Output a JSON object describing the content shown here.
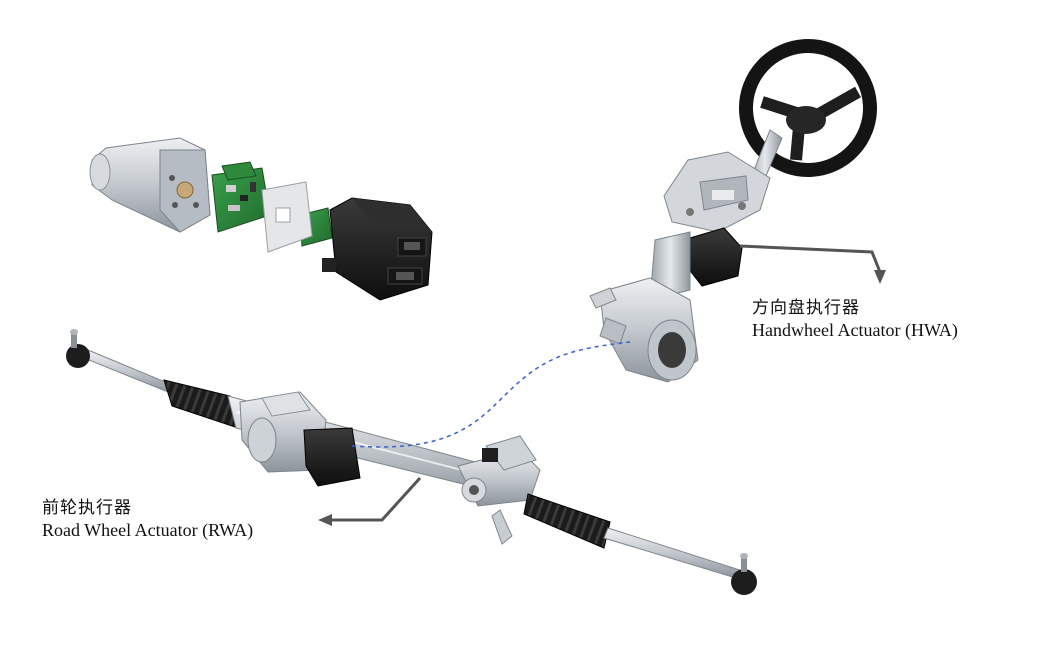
{
  "hwa": {
    "name_zh": "方向盘执行器",
    "name_en": "Handwheel Actuator (HWA)"
  },
  "rwa": {
    "name_zh": "前轮执行器",
    "name_en": "Road Wheel Actuator (RWA)"
  },
  "colors": {
    "link": "#3a5fcd",
    "arrow": "#555555",
    "metal": "#c9cdd2",
    "dark": "#1a1a1a",
    "pcb": "#2e8b3e"
  }
}
